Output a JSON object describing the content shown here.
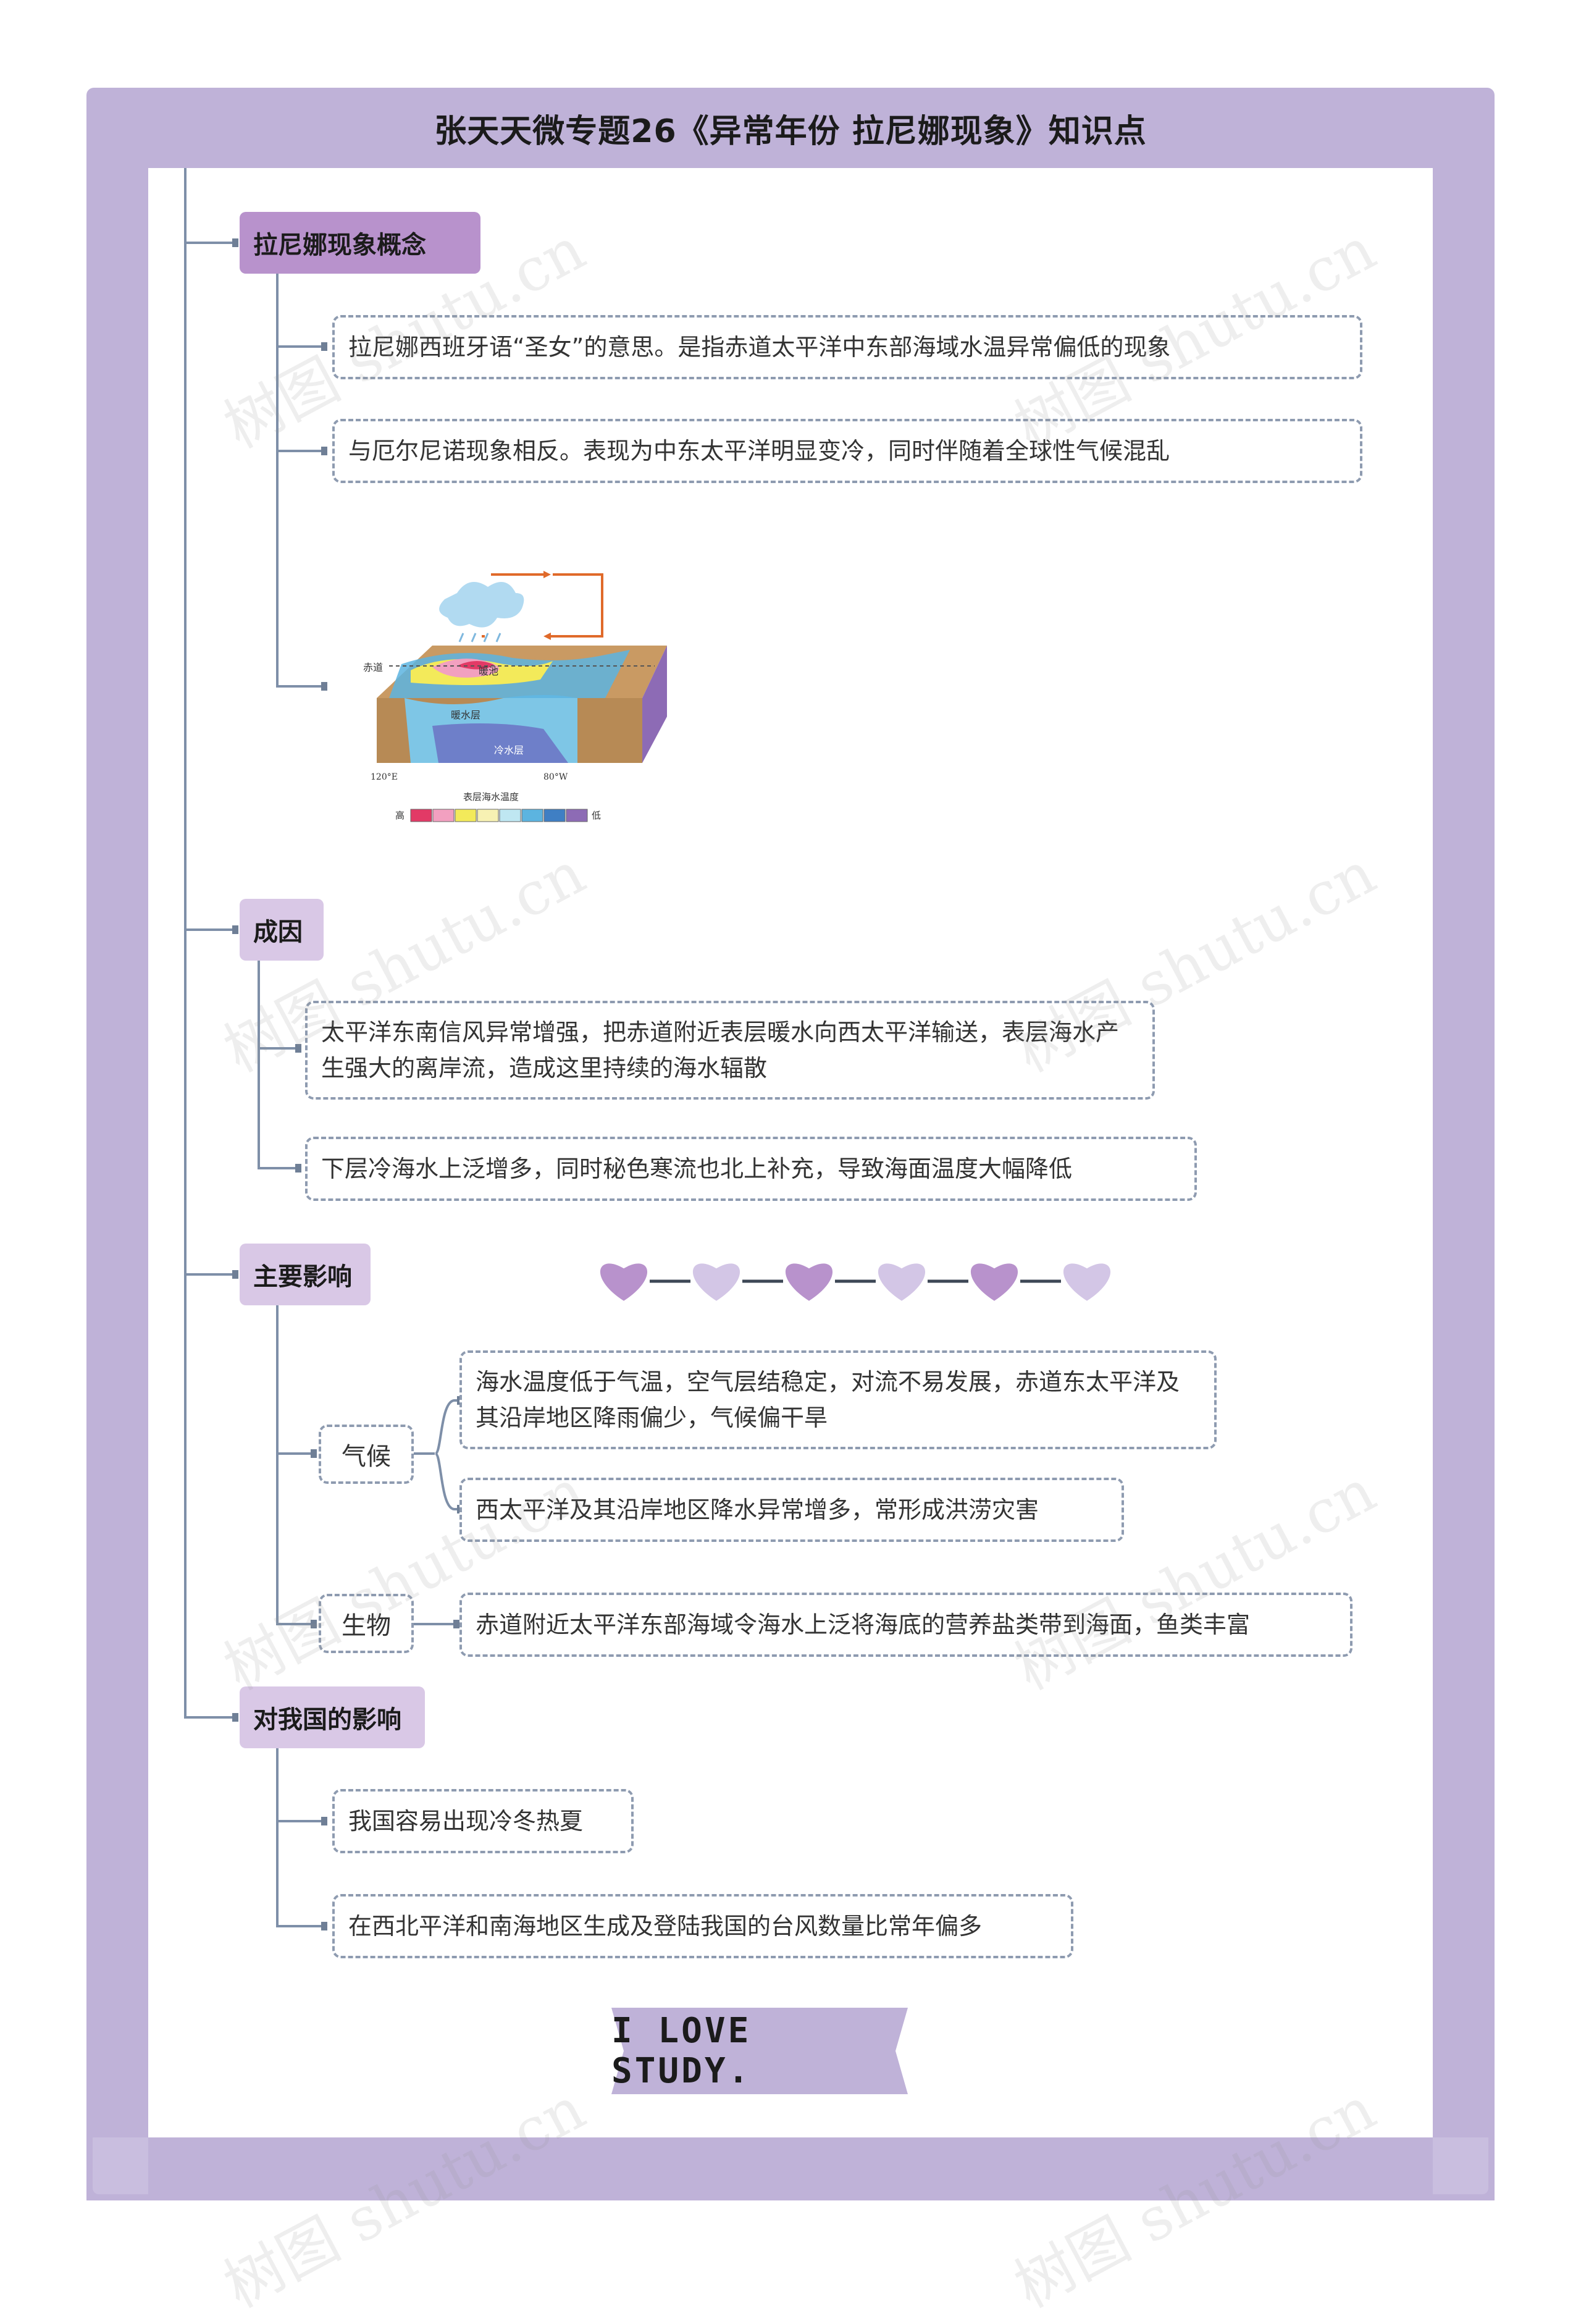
{
  "title": "张天天微专题26《异常年份  拉尼娜现象》知识点",
  "sections": {
    "concept": {
      "label": "拉尼娜现象概念",
      "items": [
        "拉尼娜西班牙语“圣女”的意思。是指赤道太平洋中东部海域水温异常偏低的现象",
        "与厄尔尼诺现象相反。表现为中东太平洋明显变冷，同时伴随着全球性气候混乱"
      ],
      "diagram": {
        "equator": "赤道",
        "warm_pool": "暖池",
        "warm_layer": "暖水层",
        "cold_layer": "冷水层",
        "lon_left": "120°E",
        "lon_right": "80°W",
        "legend_title": "表层海水温度",
        "legend_high": "高",
        "legend_low": "低",
        "legend_colors": [
          "#e23a66",
          "#f2a0c0",
          "#f3ea5a",
          "#f7f1b3",
          "#bfe7f2",
          "#5cb4e0",
          "#3f7fc4",
          "#8d6bb5"
        ]
      }
    },
    "cause": {
      "label": "成因",
      "items": [
        "太平洋东南信风异常增强，把赤道附近表层暖水向西太平洋输送，表层海水产生强大的离岸流，造成这里持续的海水辐散",
        "下层冷海水上泛增多，同时秘色寒流也北上补充，导致海面温度大幅降低"
      ]
    },
    "impact": {
      "label": "主要影响",
      "climate": {
        "label": "气候",
        "items": [
          "海水温度低于气温，空气层结稳定，对流不易发展，赤道东太平洋及其沿岸地区降雨偏少，气候偏干旱",
          "西太平洋及其沿岸地区降水异常增多，常形成洪涝灾害"
        ]
      },
      "biology": {
        "label": "生物",
        "items": [
          "赤道附近太平洋东部海域令海水上泛将海底的营养盐类带到海面，鱼类丰富"
        ]
      }
    },
    "china": {
      "label": "对我国的影响",
      "items": [
        "我国容易出现冷冬热夏",
        "在西北平洋和南海地区生成及登陆我国的台风数量比常年偏多"
      ]
    }
  },
  "banner": "I LOVE STUDY.",
  "watermark": "树图 shutu.cn",
  "colors": {
    "frame": "#bfb2d8",
    "category_dark": "#b892cc",
    "category_light": "#d9c8e6",
    "heart_dark": "#b892cc",
    "heart_light": "#d3c6e6",
    "connector": "#7e8fa8"
  }
}
